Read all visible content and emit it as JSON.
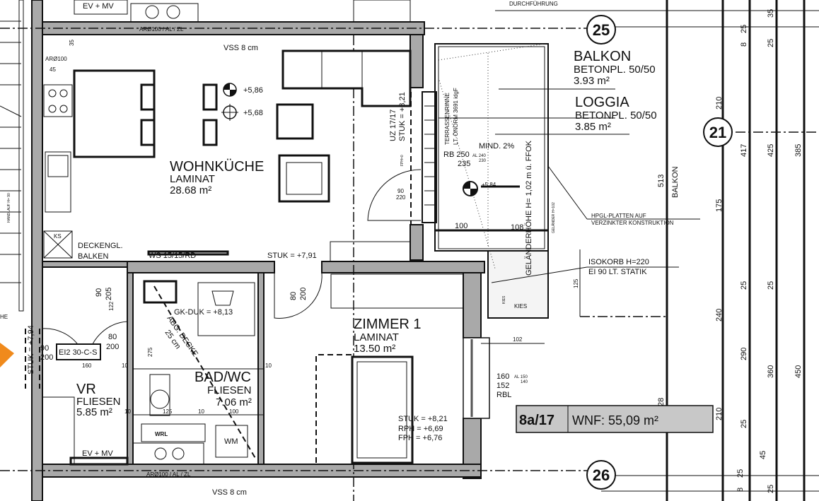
{
  "rooms": {
    "kitchen": {
      "name": "WOHNKÜCHE",
      "floor": "LAMINAT",
      "area": "28.68 m²"
    },
    "zimmer": {
      "name": "ZIMMER 1",
      "floor": "LAMINAT",
      "area": "13.50 m²"
    },
    "bad": {
      "name": "BAD/WC",
      "floor": "FLIESEN",
      "area": "7.06 m²"
    },
    "vr": {
      "name": "VR",
      "floor": "FLIESEN",
      "area": "5.85 m²"
    },
    "balkon": {
      "name": "BALKON",
      "floor": "BETONPL. 50/50",
      "area": "3.93 m²"
    },
    "loggia": {
      "name": "LOGGIA",
      "floor": "BETONPL. 50/50",
      "area": "3.85 m²"
    }
  },
  "unit": {
    "id": "8a/17",
    "wnf": "WNF:  55,09 m²"
  },
  "grid_axes": [
    "25",
    "21",
    "26"
  ],
  "annotations": {
    "durchfuhrung": "DURCHFÜHRUNG",
    "ev_mv_top": "EV + MV",
    "ev_mv_bottom": "EV + MV",
    "ar_top": "ARØ100 / AL / ZL",
    "ar_bottom": "ARØ100 / AL / ZL",
    "ar100": "ARØ100",
    "vss_top": "VSS 8 cm",
    "vss_bottom": "VSS 8 cm",
    "level1": "+5,86",
    "level2": "+5,68",
    "level_balkon": "+5,84",
    "ks": "KS",
    "deckengl1": "DECKENGL.",
    "deckengl2": "BALKEN",
    "ws": "WS 15/15/RD",
    "stuk791": "STUK = +7,91",
    "gk_duk": "GK-DUK = +8,13",
    "abg_decke": "ABG. DECKE",
    "abg_cm": "25 cm",
    "ei2": "EI2 30-C-S",
    "stuk794": "STUK = +7,94",
    "he": "HE",
    "handlauf": "HANDLAUF H= 90",
    "wrl": "WRL",
    "wm": "WM",
    "uz": "UZ 17/17",
    "stuk821_v": "STUK = +8,21",
    "terrasse1": "TERRASSENRINNE",
    "terrasse2": "LT. ÖNORM 3691 idgF",
    "mind": "MIND. 2%",
    "rb250": "RB 250",
    "rb235": "235",
    "al240": "AL 240",
    "al230": "230",
    "gelander": "GELÄNDERHÖHE H= 1,02 m ü. FFOK",
    "gelander_small": "GELÄNDER H=102",
    "hpgl1": "HPGL-PLATTEN AUF",
    "hpgl2": "VERZINKTER KONSTRUKTION",
    "isokorb1": "ISOKORB H=220",
    "isokorb2": "EI 90 LT. STATIK",
    "kies": "KIES",
    "kies_small": "KIES",
    "balkon_v": "BALKON",
    "stuk821": "STUK = +8,21",
    "rph": "RPH = +6,69",
    "fph": "FPH = +6,76",
    "rbl": "RBL",
    "fph0": "FPH=0"
  },
  "dimensions": {
    "d90_220a": "90",
    "d90_220b": "220",
    "d100": "100",
    "d108": "108",
    "d80": "80",
    "d200": "200",
    "d80b": "80",
    "d200b": "200",
    "d90b": "90",
    "d200c": "200",
    "d90c": "90",
    "d205": "205",
    "d122": "122",
    "d275": "275",
    "d160": "160",
    "d10a": "10",
    "d10b": "10",
    "d10c": "10",
    "d10d": "10",
    "d125": "125",
    "d100b": "100",
    "d45": "45",
    "d35": "35",
    "w160": "160",
    "w152": "152",
    "al150": "AL 150",
    "al140": "140",
    "d102": "102",
    "d125v": "125",
    "d513": "513",
    "d28": "28",
    "r210": "210",
    "r417": "417",
    "r175": "175",
    "r240": "240",
    "r290": "290",
    "r210b": "210",
    "r25a": "25",
    "r8a": "8",
    "r35": "35",
    "r25b": "25",
    "r425": "425",
    "r385": "385",
    "r25c": "25",
    "r25d": "25",
    "r360": "360",
    "r450": "450",
    "r25e": "25",
    "r45": "45",
    "r25f": "25",
    "r8b": "8",
    "r25g": "25"
  },
  "colors": {
    "wall": "#a9a9a9",
    "unit_box": "#c8c8c8",
    "marker": "#f08a1c"
  }
}
